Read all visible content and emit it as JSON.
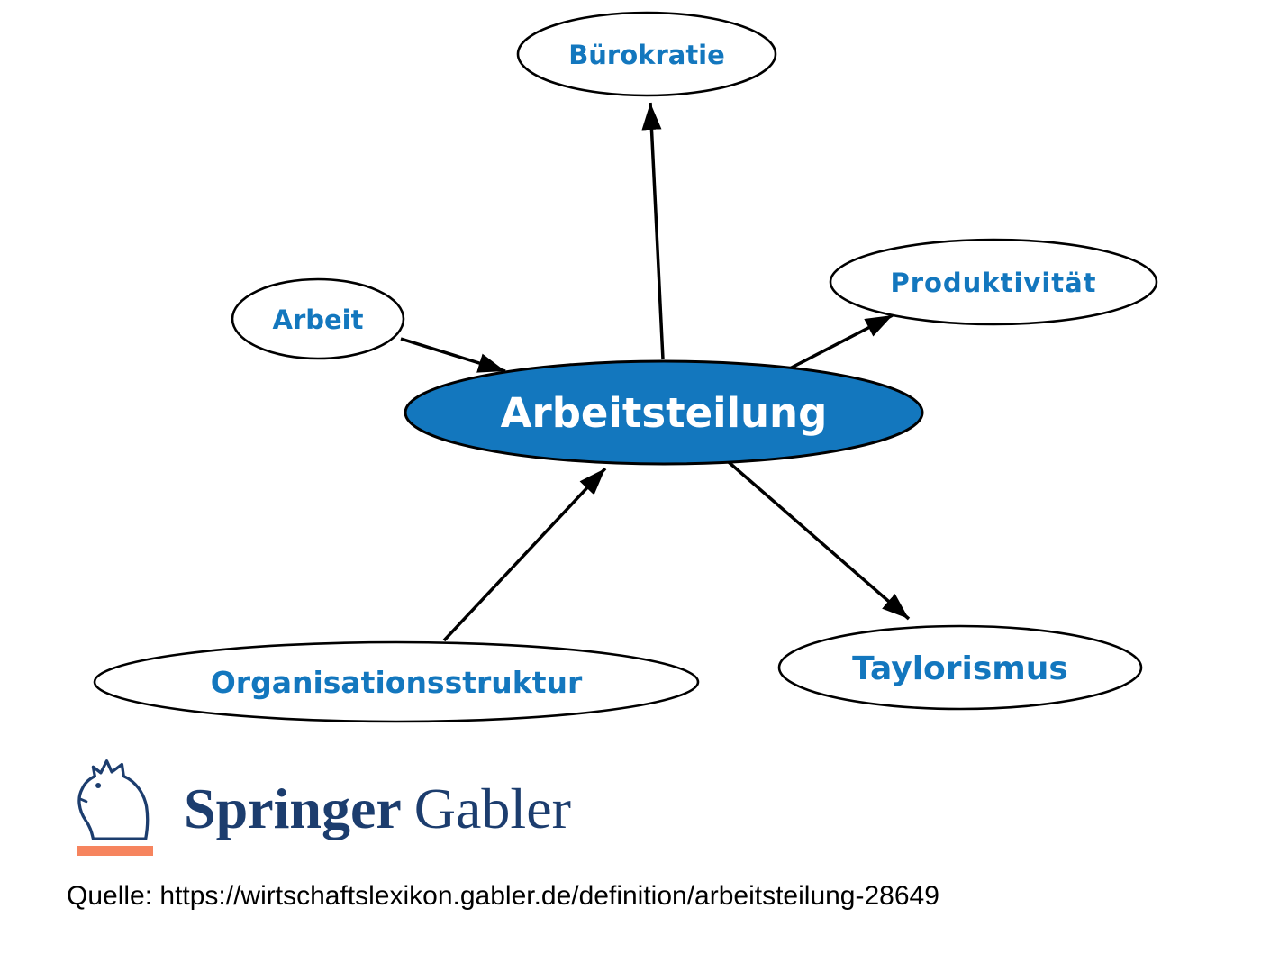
{
  "diagram": {
    "center_node": {
      "id": "arbeitsteilung",
      "label": "Arbeitsteilung",
      "fill": "#1377be",
      "text_color": "#ffffff"
    },
    "nodes": {
      "buerokratie": {
        "label": "Bürokratie"
      },
      "produktivitaet": {
        "label": "Produktivität"
      },
      "arbeit": {
        "label": "Arbeit"
      },
      "organisationsstruktur": {
        "label": "Organisationsstruktur"
      },
      "taylorismus": {
        "label": "Taylorismus"
      }
    },
    "node_text_color": "#1377be",
    "edge_color": "#000000",
    "edges": [
      {
        "from": "Arbeitsteilung",
        "to": "Bürokratie"
      },
      {
        "from": "Arbeitsteilung",
        "to": "Produktivität"
      },
      {
        "from": "Arbeit",
        "to": "Arbeitsteilung"
      },
      {
        "from": "Organisationsstruktur",
        "to": "Arbeitsteilung"
      },
      {
        "from": "Arbeitsteilung",
        "to": "Taylorismus"
      }
    ]
  },
  "logo": {
    "brand_primary": "Springer",
    "brand_secondary": "Gabler",
    "text_color": "#1c3d6e",
    "underline_color": "#f6845e",
    "icon": "springer-horse-icon"
  },
  "source": {
    "text": "Quelle: https://wirtschaftslexikon.gabler.de/definition/arbeitsteilung-28649"
  }
}
